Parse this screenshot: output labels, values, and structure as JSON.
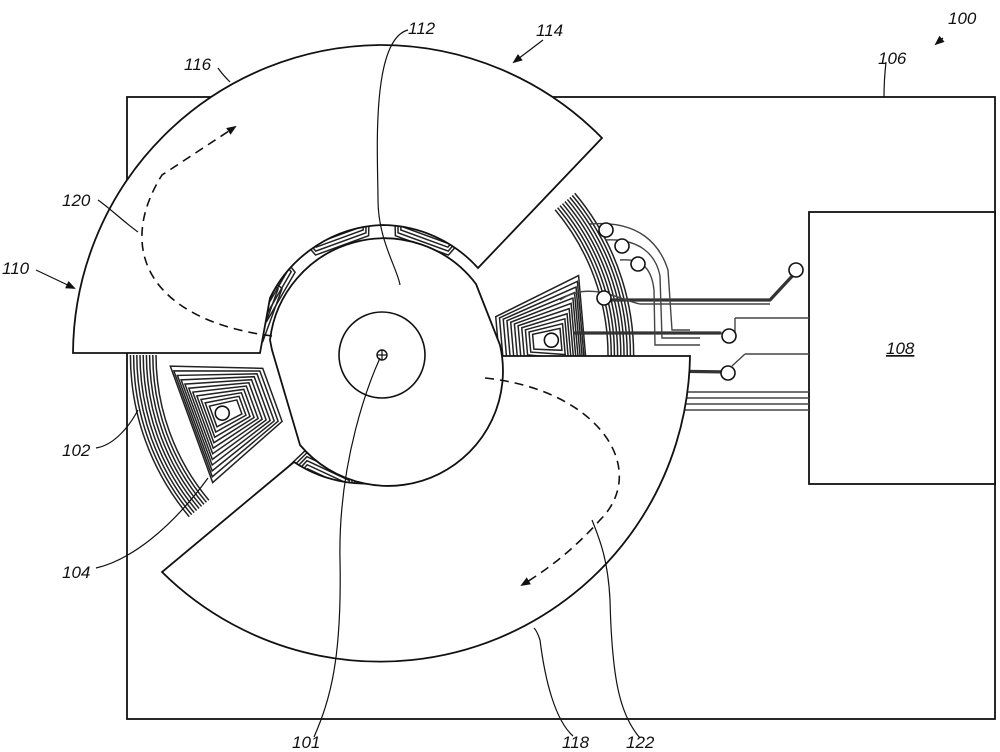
{
  "figure": {
    "labels": {
      "l100": "100",
      "l101": "101",
      "l102": "102",
      "l104": "104",
      "l106": "106",
      "l108": "108",
      "l110": "110",
      "l112": "112",
      "l114": "114",
      "l116": "116",
      "l118": "118",
      "l120": "120",
      "l122": "122"
    }
  }
}
